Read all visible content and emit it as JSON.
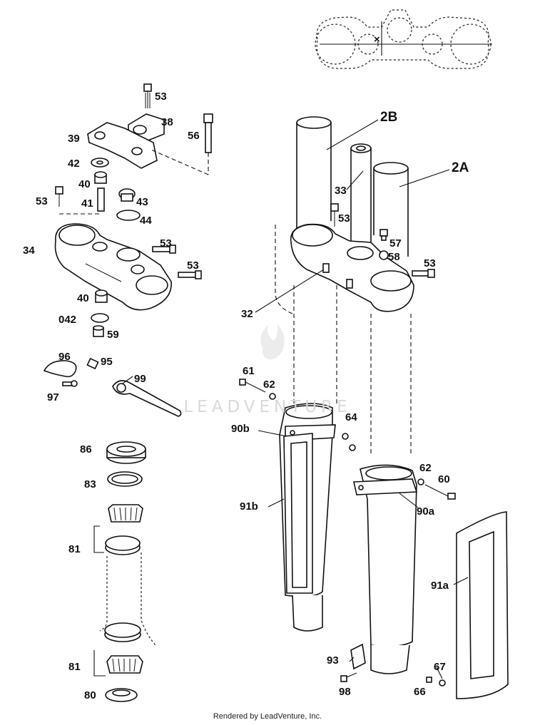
{
  "watermark": {
    "brand": "LEADVENTURE"
  },
  "footer": {
    "text": "Rendered by LeadVenture, Inc."
  },
  "callouts": {
    "c53a": "53",
    "c38": "38",
    "c39": "39",
    "c56": "56",
    "c42": "42",
    "c40a": "40",
    "c53b": "53",
    "c41": "41",
    "c43": "43",
    "c44": "44",
    "c34": "34",
    "c53c": "53",
    "c53d": "53",
    "c40b": "40",
    "c042": "042",
    "c59": "59",
    "c96": "96",
    "c95": "95",
    "c97": "97",
    "c99": "99",
    "c86": "86",
    "c83": "83",
    "c81a": "81",
    "c81b": "81",
    "c80": "80",
    "c2B": "2B",
    "c2A": "2A",
    "c33": "33",
    "c53e": "53",
    "c57": "57",
    "c58": "58",
    "c53f": "53",
    "c32": "32",
    "c61": "61",
    "c62a": "62",
    "c64": "64",
    "c90b": "90b",
    "c62b": "62",
    "c60": "60",
    "c90a": "90a",
    "c91b": "91b",
    "c91a": "91a",
    "c93": "93",
    "c98": "98",
    "c67": "67",
    "c66": "66"
  }
}
